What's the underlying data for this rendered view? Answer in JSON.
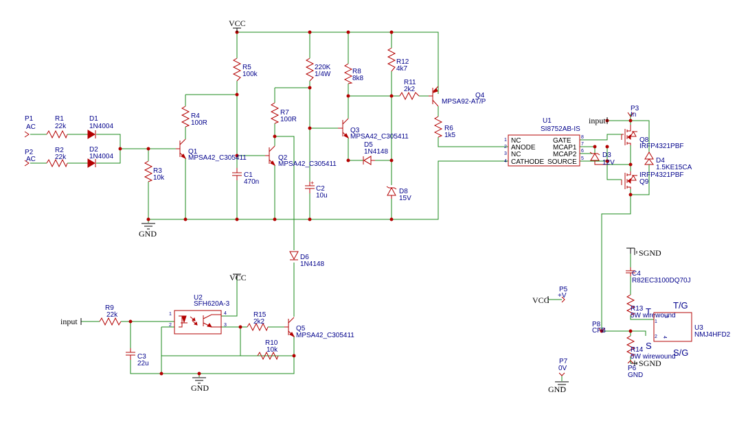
{
  "power": {
    "vcc_top": "VCC",
    "vcc_u2": "VCC",
    "vcc_p5": "VCC",
    "gnd_left": "GND",
    "gnd_bottom": "GND",
    "gnd_p7": "GND",
    "sgnd_top": "SGND",
    "sgnd_bottom": "SGND",
    "input_left": "input",
    "input_right": "input"
  },
  "connectors": {
    "P1": {
      "ref": "P1",
      "label": "AC"
    },
    "P2": {
      "ref": "P2",
      "label": "AC"
    },
    "P3": {
      "ref": "P3",
      "label": "In"
    },
    "P5": {
      "ref": "P5",
      "label": "+V"
    },
    "P6": {
      "ref": "P6",
      "label": "GND"
    },
    "P7": {
      "ref": "P7",
      "label": "0V"
    },
    "P8": {
      "ref": "P8",
      "label": "CFB"
    }
  },
  "resistors": {
    "R1": {
      "ref": "R1",
      "value": "22k"
    },
    "R2": {
      "ref": "R2",
      "value": "22k"
    },
    "R3": {
      "ref": "R3",
      "value": "10k"
    },
    "R4": {
      "ref": "R4",
      "value": "100R"
    },
    "R5": {
      "ref": "R5",
      "value": "100k"
    },
    "R220": {
      "ref": "220K",
      "value": "1/4W"
    },
    "R6": {
      "ref": "R6",
      "value": "1k5"
    },
    "R7": {
      "ref": "R7",
      "value": "100R"
    },
    "R8": {
      "ref": "R8",
      "value": "8k8"
    },
    "R9": {
      "ref": "R9",
      "value": "22k"
    },
    "R10": {
      "ref": "R10",
      "value": "10k"
    },
    "R11": {
      "ref": "R11",
      "value": "2k2"
    },
    "R12": {
      "ref": "R12",
      "value": "4k7"
    },
    "R13": {
      "ref": "R13",
      "value": "5W wirewound"
    },
    "R14": {
      "ref": "R14",
      "value": "5W wirewound"
    },
    "R15": {
      "ref": "R15",
      "value": "2k2"
    }
  },
  "capacitors": {
    "C1": {
      "ref": "C1",
      "value": "470n"
    },
    "C2": {
      "ref": "C2",
      "value": "10u"
    },
    "C3": {
      "ref": "C3",
      "value": "22u"
    },
    "C4": {
      "ref": "C4",
      "value": "R82EC3100DQ70J"
    }
  },
  "diodes": {
    "D1": {
      "ref": "D1",
      "value": "1N4004"
    },
    "D2": {
      "ref": "D2",
      "value": "1N4004"
    },
    "D3": {
      "ref": "D3",
      "value": "12V"
    },
    "D4": {
      "ref": "D4",
      "value": "1.5KE15CA"
    },
    "D5": {
      "ref": "D5",
      "value": "1N4148"
    },
    "D6": {
      "ref": "D6",
      "value": "1N4148"
    },
    "D8": {
      "ref": "D8",
      "value": "15V"
    }
  },
  "transistors": {
    "Q1": {
      "ref": "Q1",
      "value": "MPSA42_C305411"
    },
    "Q2": {
      "ref": "Q2",
      "value": "MPSA42_C305411"
    },
    "Q3": {
      "ref": "Q3",
      "value": "MPSA42_C305411"
    },
    "Q4": {
      "ref": "Q4",
      "value": "MPSA92-AT/P"
    },
    "Q5": {
      "ref": "Q5",
      "value": "MPSA42_C305411"
    },
    "Q8": {
      "ref": "Q8",
      "value": "IRFP4321PBF"
    },
    "Q9": {
      "ref": "Q9",
      "value": "IRFP4321PBF"
    }
  },
  "ics": {
    "U1": {
      "ref": "U1",
      "value": "SI8752AB-IS",
      "pins_left": [
        "NC",
        "ANODE",
        "NC",
        "CATHODE"
      ],
      "pins_right": [
        "GATE",
        "MCAP1",
        "MCAP2",
        "SOURCE"
      ],
      "pnum_left": [
        "1",
        "2",
        "3",
        "4"
      ],
      "pnum_right": [
        "8",
        "7",
        "6",
        "5"
      ]
    },
    "U2": {
      "ref": "U2",
      "value": "SFH620A-3",
      "pnum": [
        "1",
        "2",
        "3",
        "4"
      ]
    },
    "U3": {
      "ref": "U3",
      "value": "NMJ4HFD2",
      "pnum": [
        "1",
        "2",
        "3",
        "4"
      ],
      "tg": "T/G",
      "sg": "S/G",
      "t": "T",
      "s": "S"
    }
  }
}
